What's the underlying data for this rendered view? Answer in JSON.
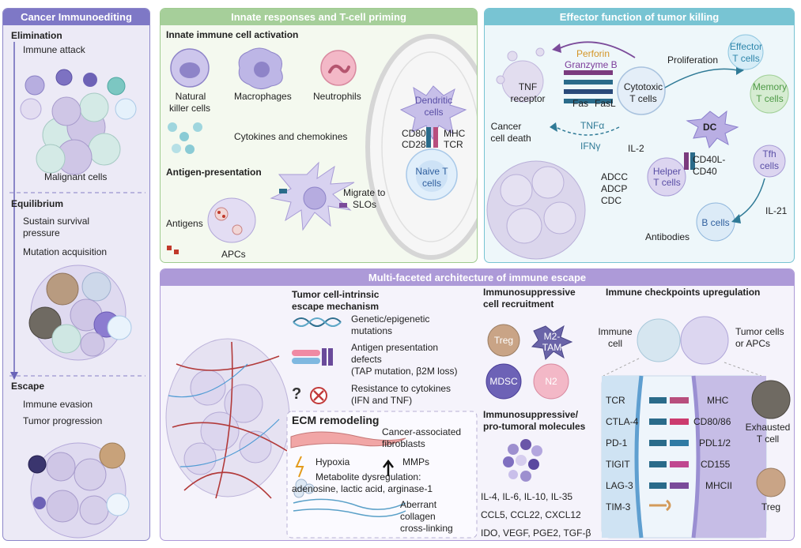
{
  "panels": {
    "p1": {
      "title": "Cancer Immunoediting",
      "elimination": "Elimination",
      "immune_attack": "Immune attack",
      "malignant_cells": "Malignant cells",
      "equilibrium": "Equilibrium",
      "sustain_1": "Sustain survival",
      "sustain_2": "pressure",
      "mutation": "Mutation acquisition",
      "escape": "Escape",
      "immune_evasion": "Immune evasion",
      "tumor_progression": "Tumor progression"
    },
    "p2": {
      "title": "Innate responses and T-cell priming",
      "innate_activation": "Innate immune cell activation",
      "nk_1": "Natural",
      "nk_2": "killer cells",
      "macrophages": "Macrophages",
      "neutrophils": "Neutrophils",
      "cytokines": "Cytokines and chemokines",
      "antigen_presentation": "Antigen-presentation",
      "antigens": "Antigens",
      "apcs": "APCs",
      "migrate_1": "Migrate to",
      "migrate_2": "SLOs",
      "dendritic_1": "Dendritic",
      "dendritic_2": "cells",
      "cd80": "CD80",
      "cd28": "CD28",
      "mhc": "MHC",
      "tcr": "TCR",
      "naive_1": "Naive T",
      "naive_2": "cells"
    },
    "p3": {
      "title": "Effector function of tumor killing",
      "perforin": "Perforin",
      "granzyme": "Granzyme B",
      "tnf_1": "TNF",
      "tnf_2": "receptor",
      "fas": "Fas",
      "fasl": "FasL",
      "cytotoxic_1": "Cytotoxic",
      "cytotoxic_2": "T cells",
      "proliferation": "Proliferation",
      "effector_1": "Effector",
      "effector_2": "T cells",
      "memory_1": "Memory",
      "memory_2": "T cells",
      "cancer_death_1": "Cancer",
      "cancer_death_2": "cell death",
      "tnfa": "TNFα",
      "ifng": "IFNγ",
      "dc": "DC",
      "il2": "IL-2",
      "cd40l_1": "CD40L-",
      "cd40l_2": "CD40",
      "helper_1": "Helper",
      "helper_2": "T cells",
      "tfh_1": "Tfh",
      "tfh_2": "cells",
      "adcc": "ADCC",
      "adcp": "ADCP",
      "cdc": "CDC",
      "il21": "IL-21",
      "bcells": "B cells",
      "antibodies": "Antibodies"
    },
    "p4": {
      "title": "Multi-faceted architecture of immune escape",
      "intrinsic_1": "Tumor cell-intrinsic",
      "intrinsic_2": "escape mechanism",
      "genetic_1": "Genetic/epigenetic",
      "genetic_2": "mutations",
      "ag_defect_1": "Antigen presentation",
      "ag_defect_2": "defects",
      "ag_defect_3": "(TAP mutation, β2M loss)",
      "resist_1": "Resistance to cytokines",
      "resist_2": "(IFN and TNF)",
      "ecm": "ECM remodeling",
      "caf_1": "Cancer-associated",
      "caf_2": "fibroblasts",
      "hypoxia": "Hypoxia",
      "mmps": "MMPs",
      "metab_1": "Metabolite dysregulation:",
      "metab_2": "adenosine, lactic acid, arginase-1",
      "collagen_1": "Aberrant",
      "collagen_2": "collagen",
      "collagen_3": "cross-linking",
      "recruit_1": "Immunosuppressive",
      "recruit_2": "cell recruitment",
      "treg": "Treg",
      "m2_1": "M2-",
      "m2_2": "TAM",
      "mdsc": "MDSC",
      "n2": "N2",
      "molecules_1": "Immunosuppressive/",
      "molecules_2": "pro-tumoral molecules",
      "mol_list_1": "IL-4, IL-6, IL-10, IL-35",
      "mol_list_2": "CCL5, CCL22, CXCL12",
      "mol_list_3": "IDO, VEGF, PGE2, TGF-β",
      "checkpoints": "Immune checkpoints upregulation",
      "immune_cell_1": "Immune",
      "immune_cell_2": "cell",
      "tumor_apc_1": "Tumor cells",
      "tumor_apc_2": "or APCs",
      "left_receptors": [
        "TCR",
        "CTLA-4",
        "PD-1",
        "TIGIT",
        "LAG-3",
        "TIM-3"
      ],
      "right_ligands": [
        "MHC",
        "CD80/86",
        "PDL1/2",
        "CD155",
        "MHCII"
      ],
      "exhausted_1": "Exhausted",
      "exhausted_2": "T cell",
      "treg2": "Treg"
    }
  },
  "colors": {
    "p1_header": "#7e78c6",
    "p2_header": "#a6cf9a",
    "p3_header": "#78c4d3",
    "p4_header": "#ad9ad8",
    "tumor_cell": "#cfc6e6",
    "tumor_cell_dark": "#a89ccc"
  }
}
